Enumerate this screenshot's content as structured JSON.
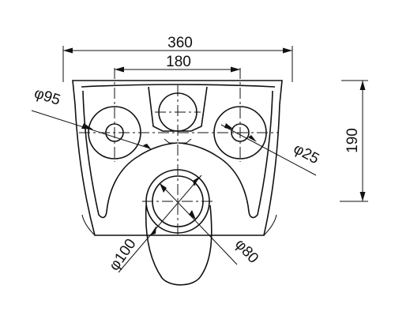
{
  "drawing": {
    "dimensions": {
      "overall_width": "360",
      "hole_spacing": "180",
      "height": "190",
      "phi95": "φ95",
      "phi25": "φ25",
      "phi100": "φ100",
      "phi80": "φ80"
    }
  }
}
